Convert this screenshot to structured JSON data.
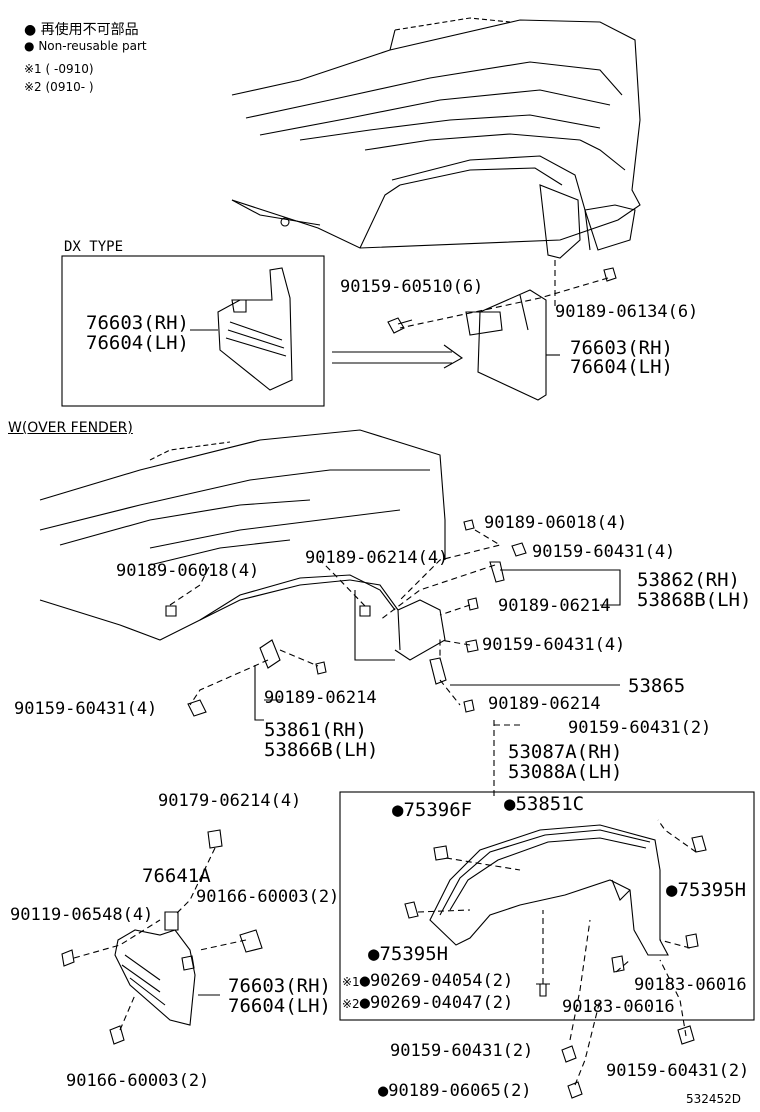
{
  "legend": {
    "non_reusable_jp": "再使用不可部品",
    "non_reusable_en": "Non-reusable part",
    "note1": "※1 (      -0910)",
    "note2": "※2 (0910-      )"
  },
  "sections": {
    "dx_type": "DX  TYPE",
    "w_over_fender": "W(OVER FENDER)"
  },
  "parts": {
    "p90159_60510": "90159-60510(6)",
    "p90189_06134": "90189-06134(6)",
    "p76603_box": "76603(RH)",
    "p76604_box": "76604(LH)",
    "p76603_top": "76603(RH)",
    "p76604_top": "76604(LH)",
    "p90189_06018_a": "90189-06018(4)",
    "p90159_60431_a": "90159-60431(4)",
    "p90189_06214_4": "90189-06214(4)",
    "p90189_06018_b": "90189-06018(4)",
    "p53862": "53862(RH)",
    "p53868B": "53868B(LH)",
    "p90189_06214_a": "90189-06214",
    "p90159_60431_b": "90159-60431(4)",
    "p53865": "53865",
    "p90159_60431_c": "90159-60431(4)",
    "p90189_06214_b": "90189-06214",
    "p90189_06214_c": "90189-06214",
    "p53861": "53861(RH)",
    "p53866B": "53866B(LH)",
    "p90159_60431_2a": "90159-60431(2)",
    "p53087A": "53087A(RH)",
    "p53088A": "53088A(LH)",
    "p90179_06214": "90179-06214(4)",
    "p75396F": "75396F",
    "p53851C": "53851C",
    "p76641A": "76641A",
    "p90166_60003_a": "90166-60003(2)",
    "p75395H_r": "75395H",
    "p90119_06548": "90119-06548(4)",
    "p75395H_l": "75395H",
    "p90183_06016_a": "90183-06016",
    "p76603_bot": "76603(RH)",
    "p76604_bot": "76604(LH)",
    "p90269_04054": "90269-04054(2)",
    "p90269_04047": "90269-04047(2)",
    "p90183_06016_b": "90183-06016",
    "p90159_60431_2b": "90159-60431(2)",
    "p90159_60431_2c": "90159-60431(2)",
    "p90166_60003_b": "90166-60003(2)",
    "p90189_06065": "90189-06065(2)"
  },
  "markers": {
    "note1_mark": "※1",
    "note2_mark": "※2"
  },
  "footer": {
    "ref": "532452D"
  }
}
